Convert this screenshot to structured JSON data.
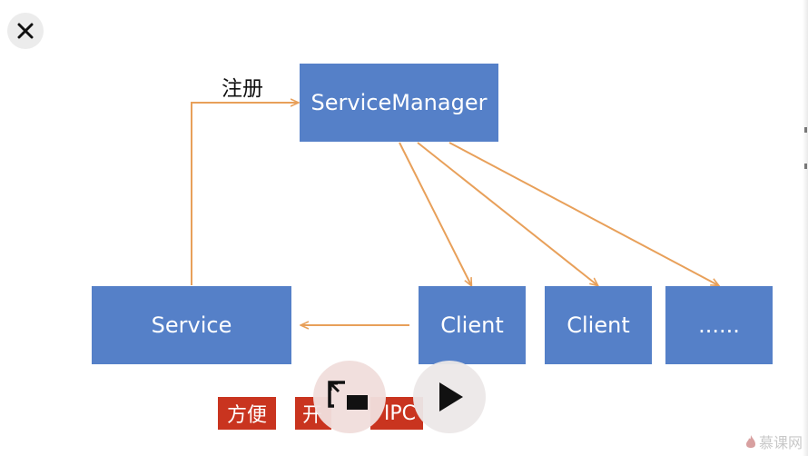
{
  "close": {
    "icon": "close-icon"
  },
  "diagram": {
    "register_label": "注册",
    "service_manager": "ServiceManager",
    "service": "Service",
    "clients": [
      "Client",
      "Client",
      "......"
    ],
    "arrow_color": "#e8a05a",
    "box_color": "#5580c8"
  },
  "tags": {
    "tag1": "方便",
    "tag2": "开",
    "tag3": "IPC"
  },
  "controls": {
    "pip_icon": "picture-in-picture-icon",
    "play_icon": "play-icon"
  },
  "watermark": {
    "text": "慕课网",
    "icon": "flame-icon"
  }
}
